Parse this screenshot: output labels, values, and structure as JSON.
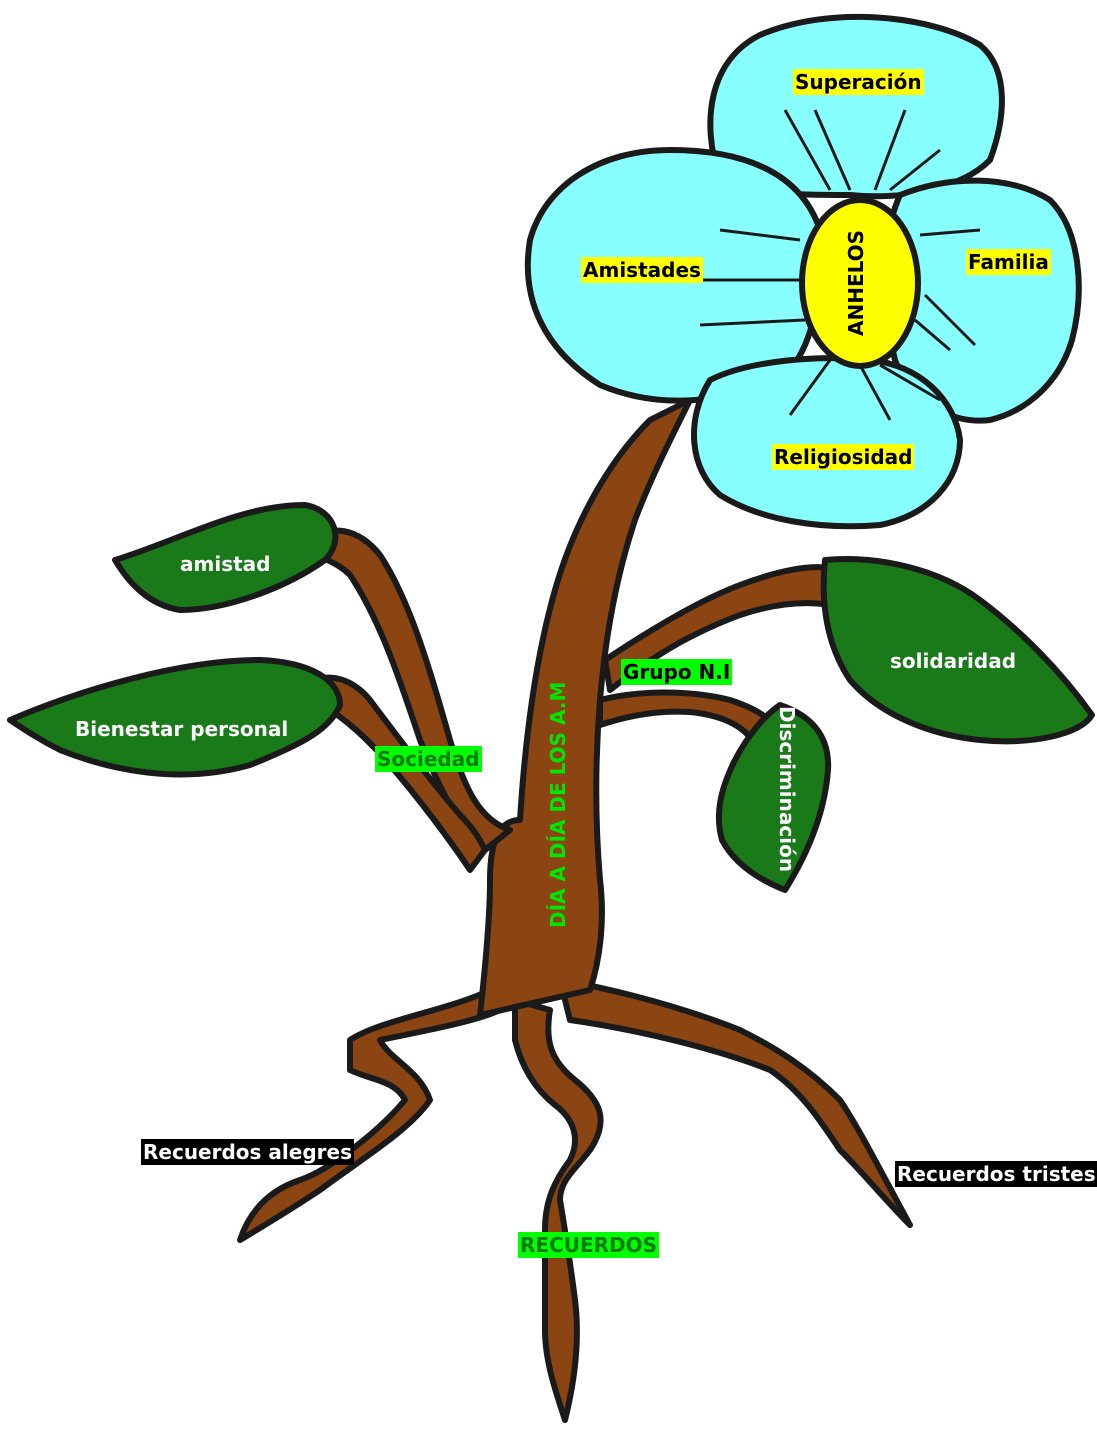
{
  "colors": {
    "petal": "#88ffff",
    "center": "#ffff00",
    "stem": "#8b4513",
    "leaf": "#1a7a1a",
    "outline": "#1a1a1a"
  },
  "flower": {
    "center": "ANHELOS",
    "petals": [
      "Superación",
      "Familia",
      "Religiosidad",
      "Amistades"
    ]
  },
  "stem": {
    "trunk": "DÍA  A DÍA DE LOS  A.M",
    "branch_left": "Sociedad",
    "branch_right": "Grupo N.I"
  },
  "leaves": {
    "upper_left": "amistad",
    "lower_left": "Bienestar personal",
    "right": "solidaridad",
    "small_right": "Discriminación"
  },
  "roots": {
    "main": "RECUERDOS",
    "left": "Recuerdos alegres",
    "right": "Recuerdos tristes"
  }
}
